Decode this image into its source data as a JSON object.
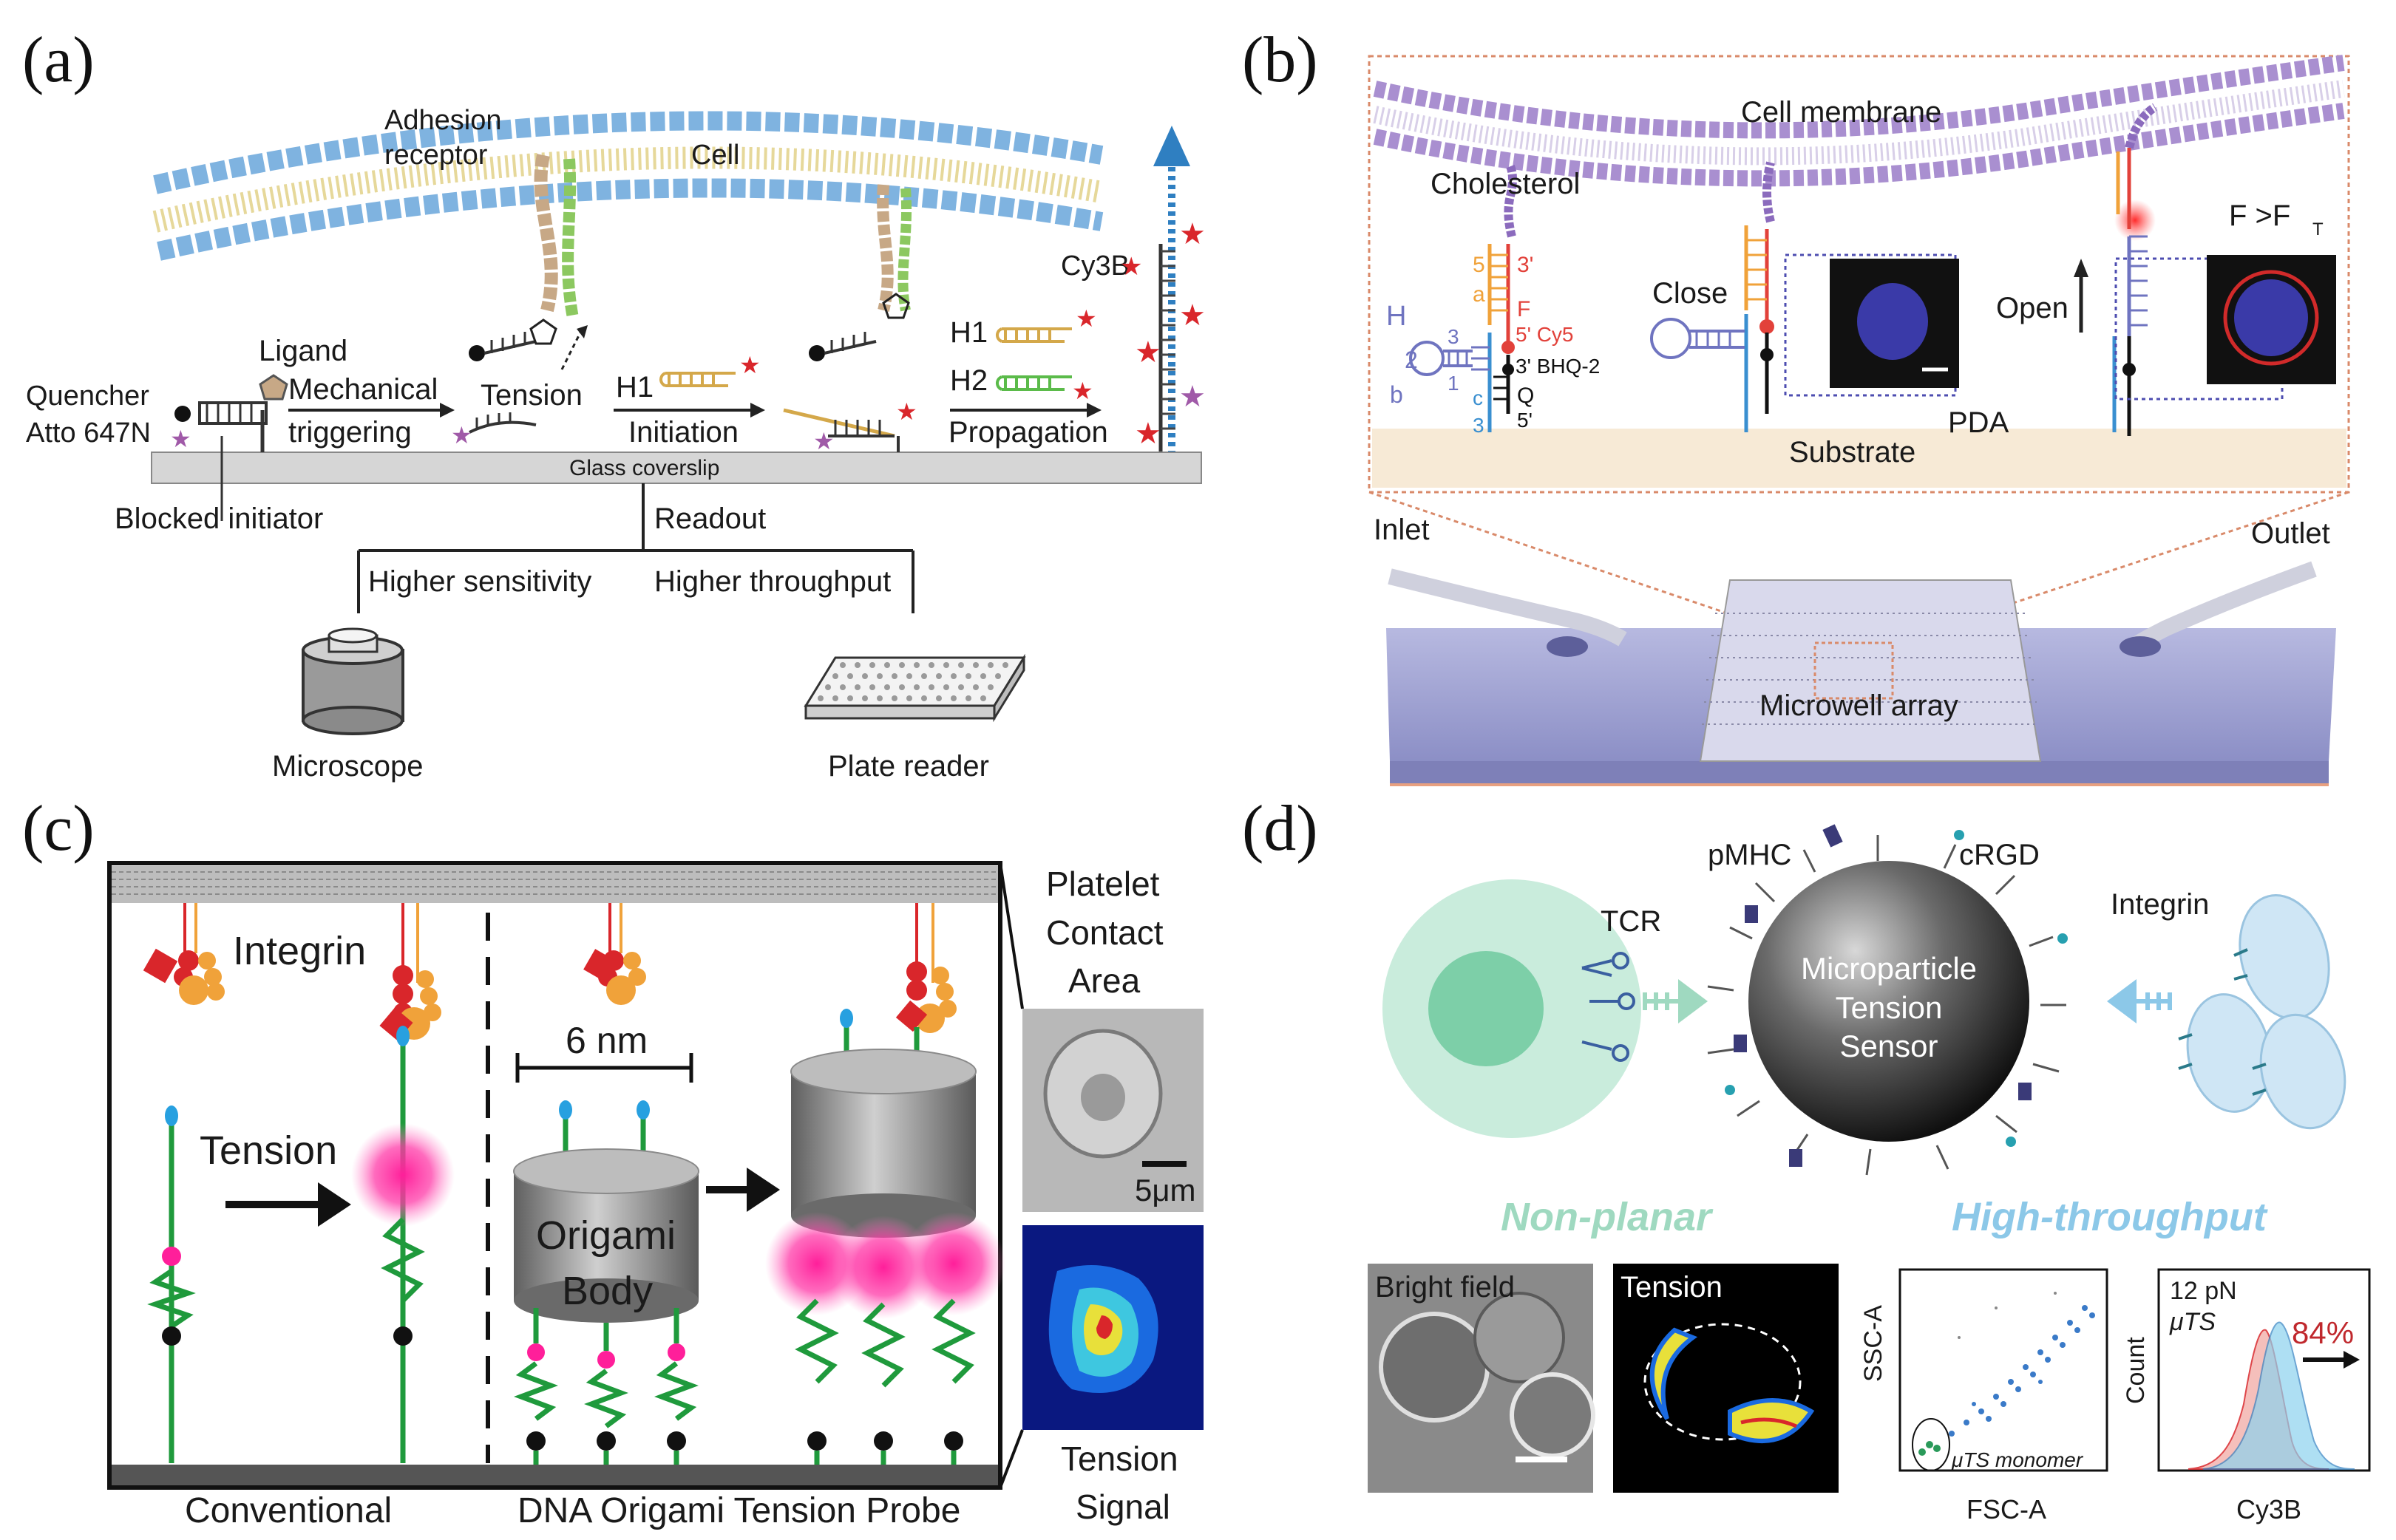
{
  "panels": {
    "a": {
      "letter": "(a)",
      "adhesion_receptor": [
        "Adhesion",
        "receptor"
      ],
      "cell": "Cell",
      "ligand": "Ligand",
      "quencher": [
        "Quencher",
        "Atto 647N"
      ],
      "mechanical": [
        "Mechanical",
        "triggering"
      ],
      "tension": "Tension",
      "h1": "H1",
      "initiation": "Initiation",
      "h1b": "H1",
      "h2": "H2",
      "propagation": "Propagation",
      "cy3b": "Cy3B",
      "glass": "Glass coverslip",
      "blocked": "Blocked initiator",
      "readout": "Readout",
      "sensitivity": "Higher sensitivity",
      "throughput": "Higher throughput",
      "microscope": "Microscope",
      "plate_reader": "Plate reader"
    },
    "b": {
      "letter": "(b)",
      "membrane": "Cell membrane",
      "cholesterol": "Cholesterol",
      "H": "H",
      "b": "b",
      "n1": "1",
      "n2": "2",
      "n3": "3",
      "a": "a",
      "c": "c",
      "five": "5",
      "three_p": "3'",
      "F": "F",
      "cy5": "5' Cy5",
      "bhq": "3' BHQ-2",
      "Q": "Q",
      "five_p": "5'",
      "c3": "3",
      "close": "Close",
      "open": "Open",
      "force": "F >F",
      "force_sub": "T",
      "pda": "PDA",
      "substrate": "Substrate",
      "inlet": "Inlet",
      "outlet": "Outlet",
      "microwell": "Microwell array"
    },
    "c": {
      "letter": "(c)",
      "integrin": "Integrin",
      "tension": "Tension",
      "six_nm": "6 nm",
      "origami": [
        "Origami",
        "Body"
      ],
      "platelet": [
        "Platelet",
        "Contact",
        "Area"
      ],
      "scale": "5μm",
      "conventional": "Conventional",
      "origami_probe": "DNA Origami Tension Probe",
      "tension_signal": [
        "Tension",
        "Signal"
      ]
    },
    "d": {
      "letter": "(d)",
      "pmhc": "pMHC",
      "crgd": "cRGD",
      "tcr": "TCR",
      "integrin": "Integrin",
      "sensor": [
        "Microparticle",
        "Tension",
        "Sensor"
      ],
      "nonplanar": "Non-planar",
      "highthroughput": "High-throughput",
      "bright": "Bright field",
      "tension": "Tension",
      "ssc": "SSC-A",
      "fsc": "FSC-A",
      "monomer": "μTS monomer",
      "pn": "12 pN",
      "uts": "μTS",
      "count": "Count",
      "pct": "84%",
      "cy3b": "Cy3B"
    }
  },
  "colors": {
    "membrane_blue": "#7fb3e0",
    "membrane_purple": "#a98fd0",
    "cy3b_blue": "#2f7fc1",
    "star_red": "#d9262b",
    "magenta": "#ff1f9a",
    "dna_green": "#1f9a3c",
    "mint": "#9fd9c0",
    "sky": "#8cc8e8",
    "pct_red": "#c0282d"
  }
}
